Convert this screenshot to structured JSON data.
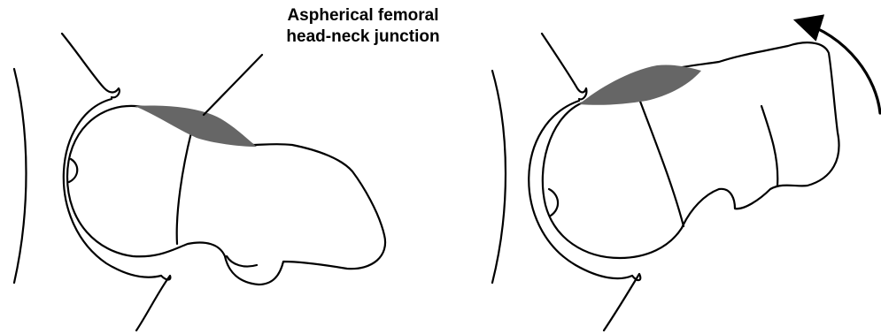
{
  "annotation": {
    "line1": "Aspherical femoral",
    "line2": "head-neck junction"
  },
  "colors": {
    "lesion": "#666666",
    "outline": "#000000",
    "background": "#ffffff"
  },
  "panels": [
    "neutral-position",
    "rotated-impingement"
  ],
  "icons": [
    "rotation-arrow-icon"
  ]
}
